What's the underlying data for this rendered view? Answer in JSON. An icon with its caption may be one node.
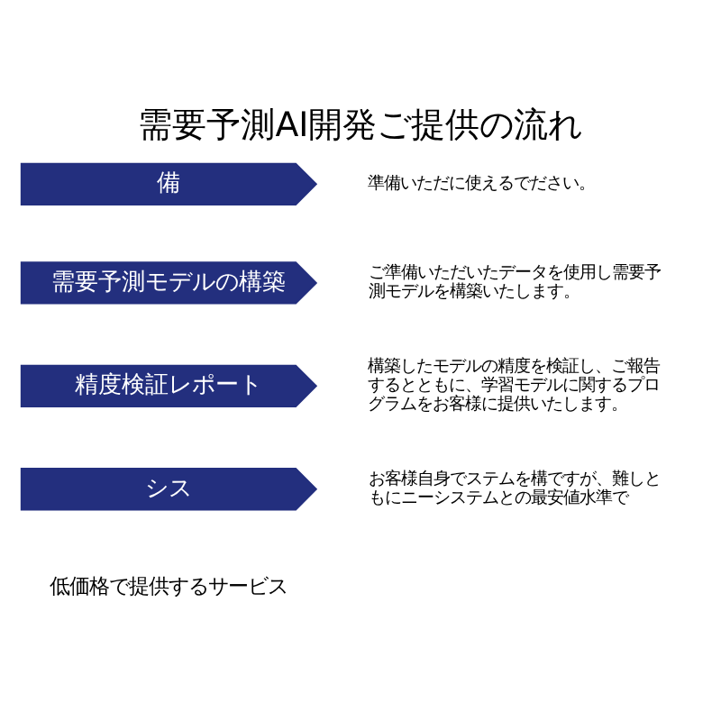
{
  "diagram": {
    "title": "需要予測AI開発ご提供の流れ",
    "nodes": [
      {
        "text": [
          "備"
        ],
        "beside": [
          "準備いただに使えるでださい。"
        ]
      },
      {
        "text": [
          "需要予測モデルの構築"
        ],
        "beside": [
          "ご準備いただいたデータを使用し需要予測モデルを構築いたします。"
        ]
      },
      {
        "text": [
          "精度検証レポート"
        ],
        "beside": [
          "構築したモデルの精度を検証し、ご報告するとともに、学習モデルに関するプログラムをお客様に提供いたします。"
        ]
      },
      {
        "text": [
          "シス"
        ],
        "beside": [
          "お客様自身でステムを構ですが、難しともにニーシステムとの最安値水準で"
        ]
      }
    ],
    "labels": [
      "低価格で提供するサービス"
    ]
  }
}
